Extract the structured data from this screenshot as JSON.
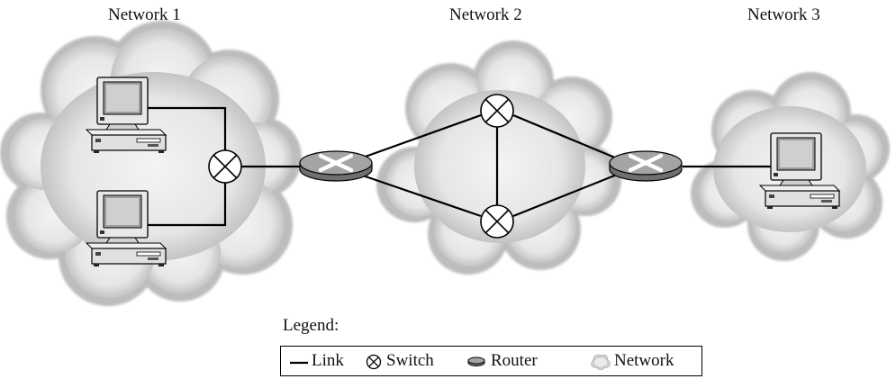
{
  "networks": [
    {
      "label": "Network 1"
    },
    {
      "label": "Network 2"
    },
    {
      "label": "Network 3"
    }
  ],
  "legend": {
    "title": "Legend:",
    "items": [
      {
        "label": "Link",
        "icon": "link-line"
      },
      {
        "label": "Switch",
        "icon": "switch-circle-x"
      },
      {
        "label": "Router",
        "icon": "router-disk"
      },
      {
        "label": "Network",
        "icon": "network-cloud"
      }
    ]
  },
  "colors": {
    "line": "#000000",
    "cloud_center": "#f2f2f2",
    "cloud_edge": "#bdbdbd",
    "router_top": "#9a9a9a",
    "router_side": "#6e6e6e",
    "computer_body": "#e6e6e6"
  },
  "icons": [
    "computer-icon",
    "switch-icon",
    "router-icon",
    "cloud-icon"
  ]
}
